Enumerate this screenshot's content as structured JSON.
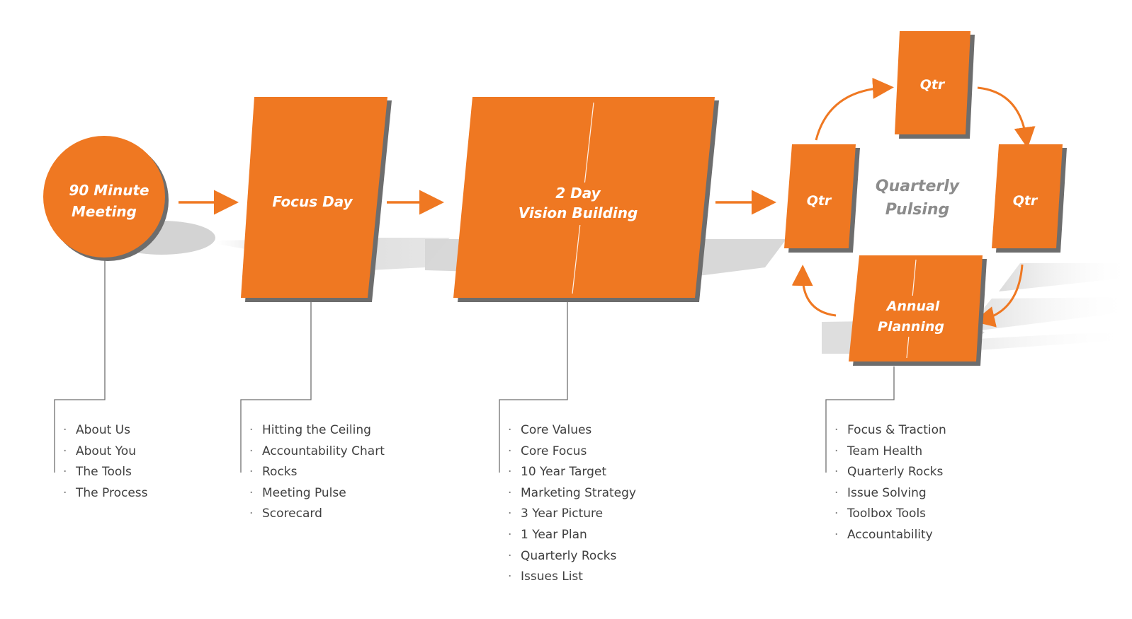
{
  "stages": {
    "meeting": {
      "line1": "90 Minute",
      "line2": "Meeting"
    },
    "focus_day": {
      "label": "Focus Day"
    },
    "vision_building": {
      "line1": "2 Day",
      "line2": "Vision Building"
    },
    "quarterly_pulsing": {
      "center_line1": "Quarterly",
      "center_line2": "Pulsing",
      "qtr_left": "Qtr",
      "qtr_top": "Qtr",
      "qtr_right": "Qtr",
      "annual_line1": "Annual",
      "annual_line2": "Planning"
    }
  },
  "lists": {
    "meeting": [
      "About Us",
      "About You",
      "The Tools",
      "The Process"
    ],
    "focus_day": [
      "Hitting the Ceiling",
      "Accountability Chart",
      "Rocks",
      "Meeting Pulse",
      "Scorecard"
    ],
    "vision_building": [
      "Core Values",
      "Core Focus",
      "10 Year Target",
      "Marketing Strategy",
      "3 Year Picture",
      "1 Year Plan",
      "Quarterly Rocks",
      "Issues List"
    ],
    "annual_planning": [
      "Focus & Traction",
      "Team Health",
      "Quarterly Rocks",
      "Issue Solving",
      "Toolbox Tools",
      "Accountability"
    ]
  },
  "colors": {
    "orange": "#ef7822",
    "shadow": "#6d6d6d",
    "floor_shadow": "#d9d9d9",
    "connector": "#6f6f6f",
    "text": "#404040"
  }
}
